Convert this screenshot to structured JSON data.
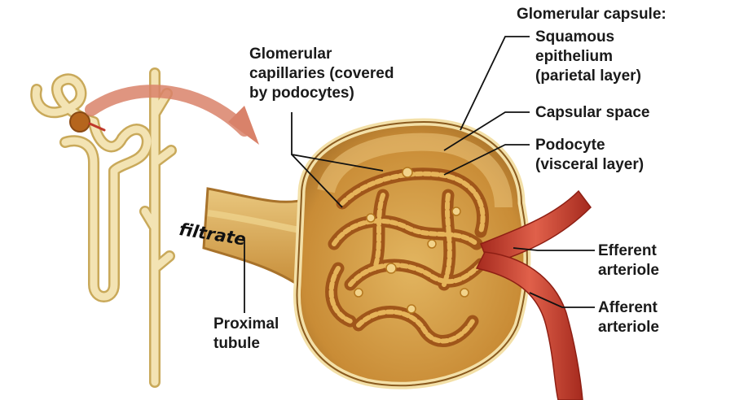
{
  "title": "Glomerular capsule:",
  "labels": {
    "glomerular_capillaries": [
      "Glomerular",
      "capillaries (covered",
      "by podocytes)"
    ],
    "squamous_epithelium": [
      "Squamous",
      "epithelium",
      "(parietal layer)"
    ],
    "capsular_space": [
      "Capsular space"
    ],
    "podocyte": [
      "Podocyte",
      "(visceral layer)"
    ],
    "efferent_arteriole": [
      "Efferent",
      "arteriole"
    ],
    "afferent_arteriole": [
      "Afferent",
      "arteriole"
    ],
    "proximal_tubule": [
      "Proximal",
      "tubule"
    ],
    "filtrate": "filtrate"
  },
  "colors": {
    "tubule_cream": "#f1dfa4",
    "tubule_outline": "#c9a95a",
    "capsule_tissue": "#d4a24a",
    "capsule_dark": "#a8722a",
    "capillary": "#b5651d",
    "capillary_light": "#e9b95c",
    "artery": "#c0392b",
    "artery_light": "#e0604a",
    "arrow": "#d9826a",
    "label_line": "#111111"
  }
}
